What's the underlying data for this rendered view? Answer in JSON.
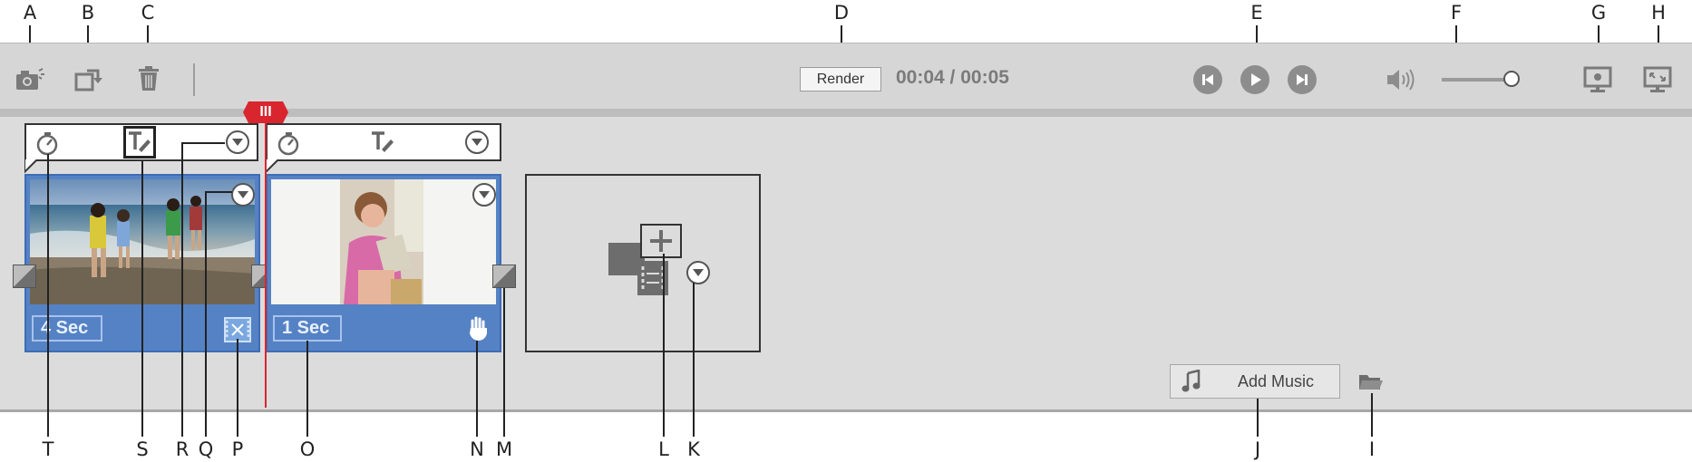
{
  "callouts": {
    "top": [
      "A",
      "B",
      "C",
      "D",
      "E",
      "F",
      "G",
      "H"
    ],
    "bottom": [
      "T",
      "S",
      "R",
      "Q",
      "P",
      "O",
      "N",
      "M",
      "L",
      "K",
      "J",
      "I"
    ]
  },
  "toolbar": {
    "render_label": "Render",
    "timecode": "00:04 / 00:05",
    "icons": [
      "camera-icon",
      "rotate-icon",
      "trash-icon",
      "previous-icon",
      "play-icon",
      "next-icon",
      "volume-icon",
      "settings-monitor-icon",
      "fullscreen-icon"
    ],
    "volume_level": 0.95
  },
  "timeline": {
    "playhead_label": "III",
    "clips": [
      {
        "duration": "4 Sec",
        "type_icon": "video-clip-icon"
      },
      {
        "duration": "1 Sec",
        "type_icon": "pan-zoom-hand-icon"
      }
    ],
    "add_media_icon": "add-media-icon",
    "add_music_label": "Add Music",
    "music_icon": "music-note-icon",
    "folder_icon": "folder-icon"
  },
  "colors": {
    "toolbar_bg": "#d6d6d6",
    "clip_blue": "#5582c4",
    "playhead_red": "#d9252e"
  }
}
